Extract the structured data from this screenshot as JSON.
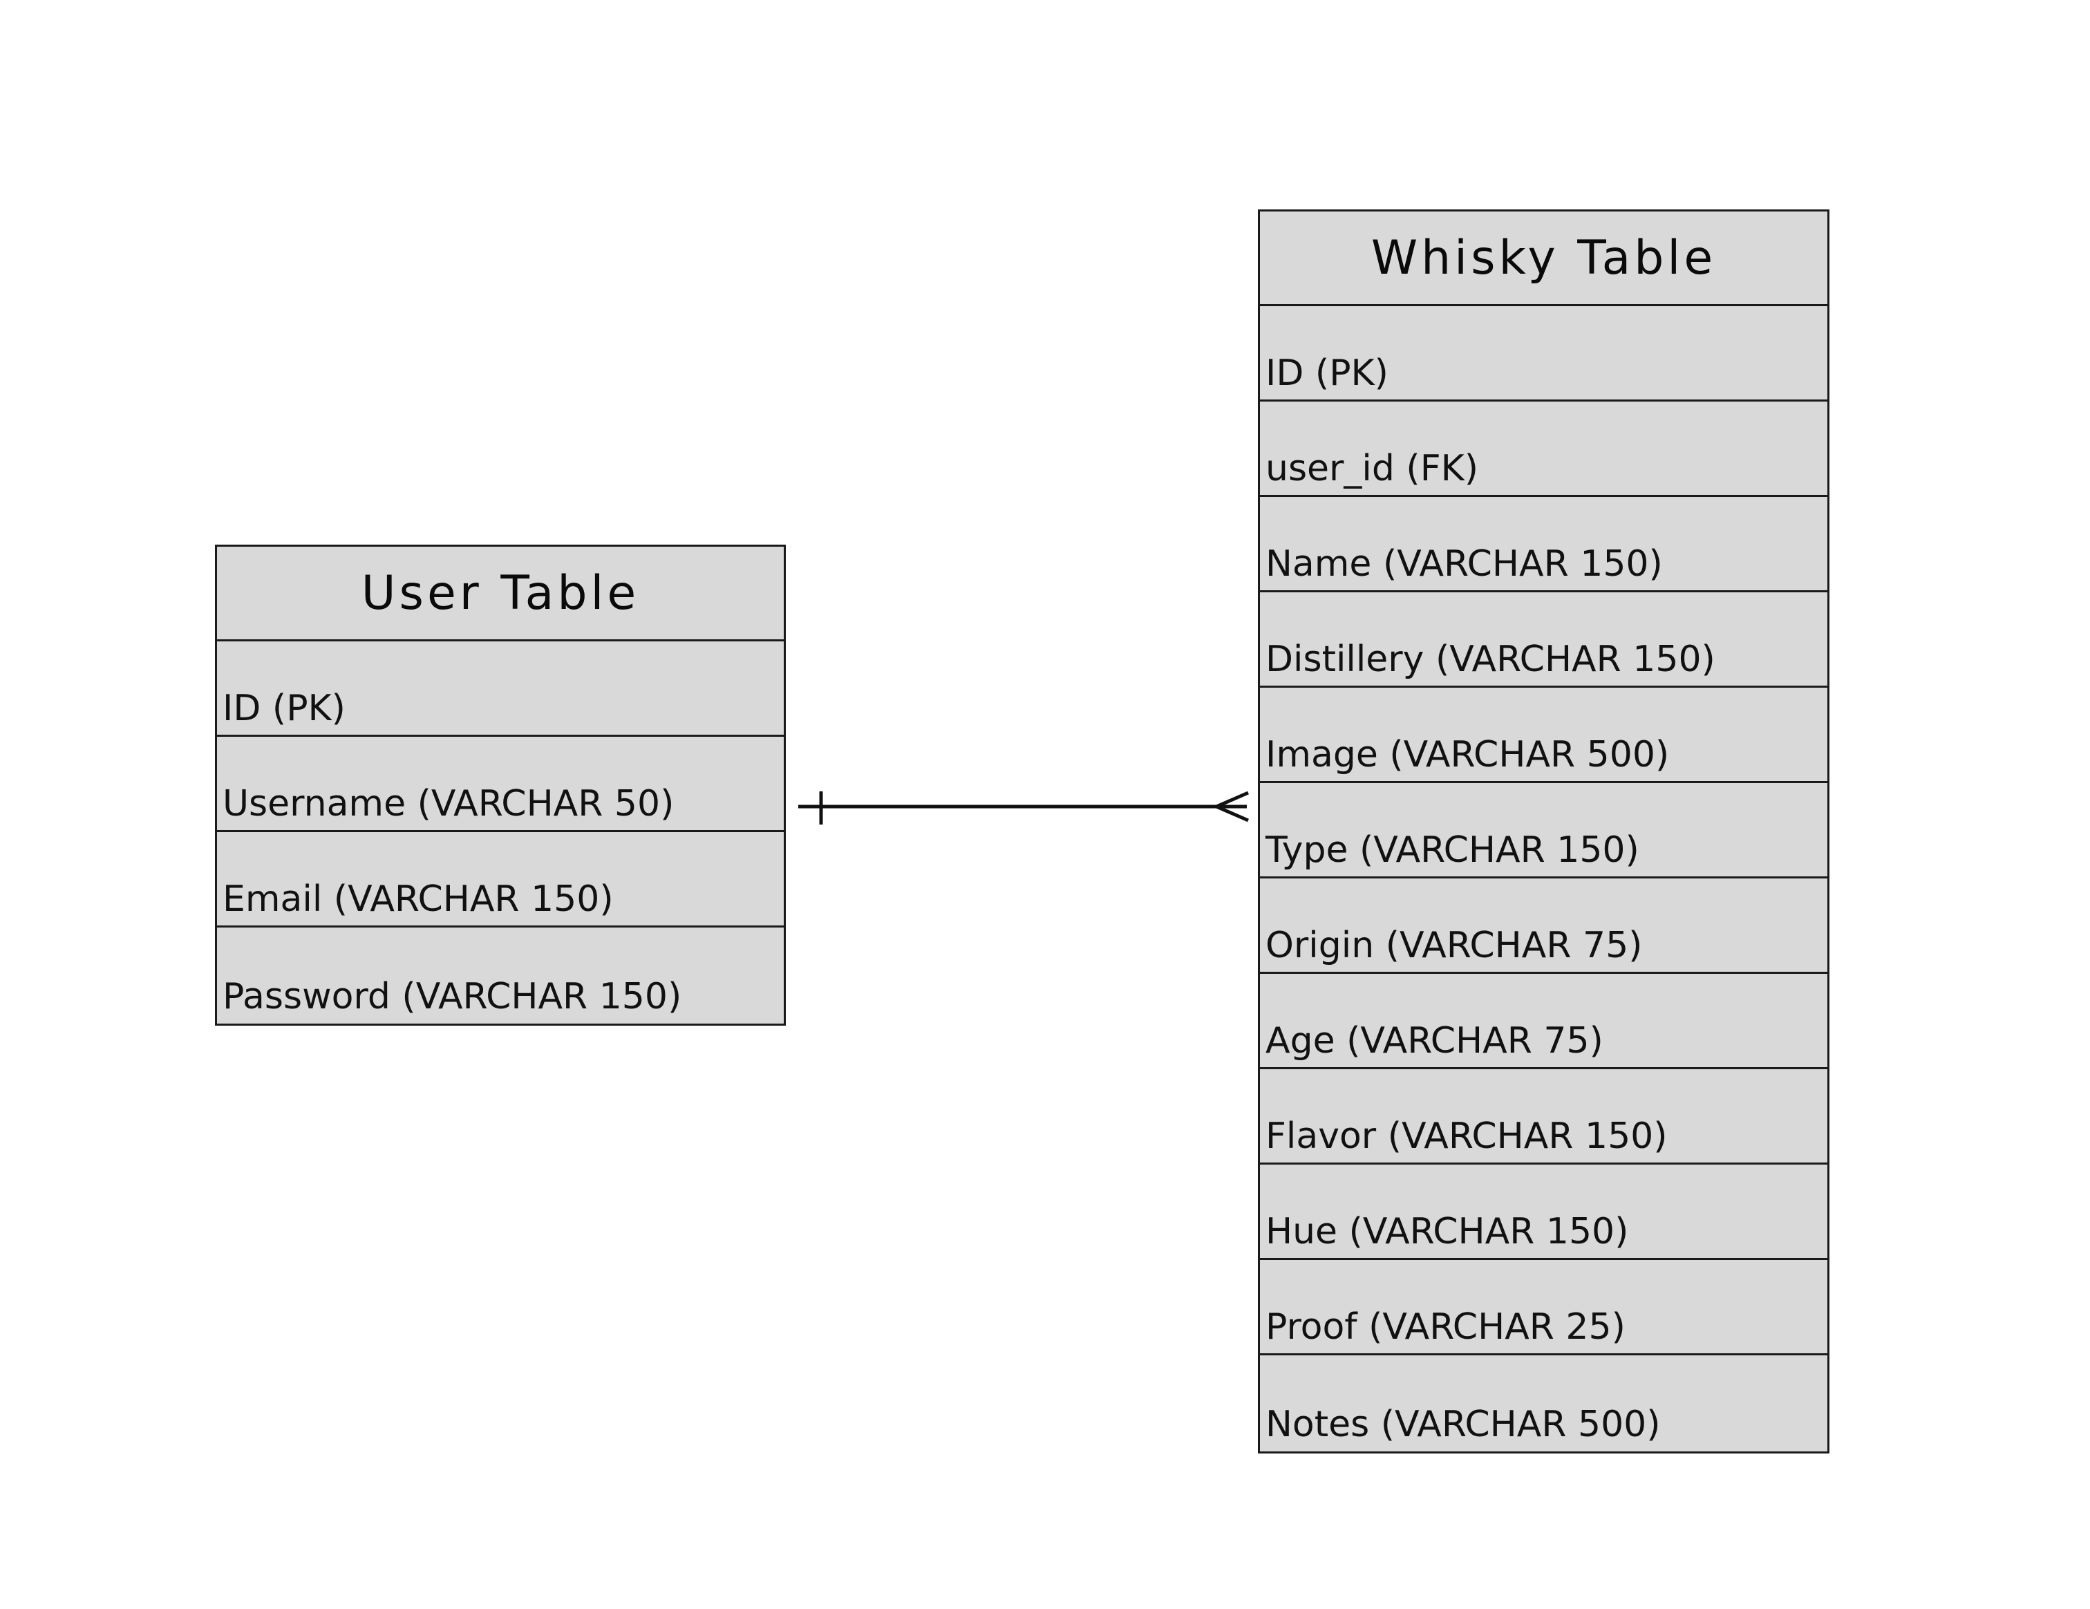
{
  "diagram": {
    "entities": [
      {
        "key": "user",
        "title": "User Table",
        "fields": [
          "ID  (PK)",
          "Username (VARCHAR 50)",
          "Email (VARCHAR 150)",
          "Password (VARCHAR 150)"
        ]
      },
      {
        "key": "whisky",
        "title": "Whisky Table",
        "fields": [
          "ID  (PK)",
          "user_id (FK)",
          "Name (VARCHAR 150)",
          "Distillery (VARCHAR 150)",
          "Image (VARCHAR 500)",
          "Type (VARCHAR 150)",
          "Origin (VARCHAR 75)",
          "Age (VARCHAR 75)",
          "Flavor (VARCHAR 150)",
          "Hue (VARCHAR 150)",
          "Proof (VARCHAR 25)",
          "Notes (VARCHAR 500)"
        ]
      }
    ],
    "relationships": [
      {
        "from": "user",
        "to": "whisky",
        "from_cardinality": "one",
        "to_cardinality": "many"
      }
    ],
    "colors": {
      "entity_fill": "#d9d9d9",
      "border": "#1a1a1a",
      "text": "#111111",
      "background": "#ffffff"
    }
  }
}
